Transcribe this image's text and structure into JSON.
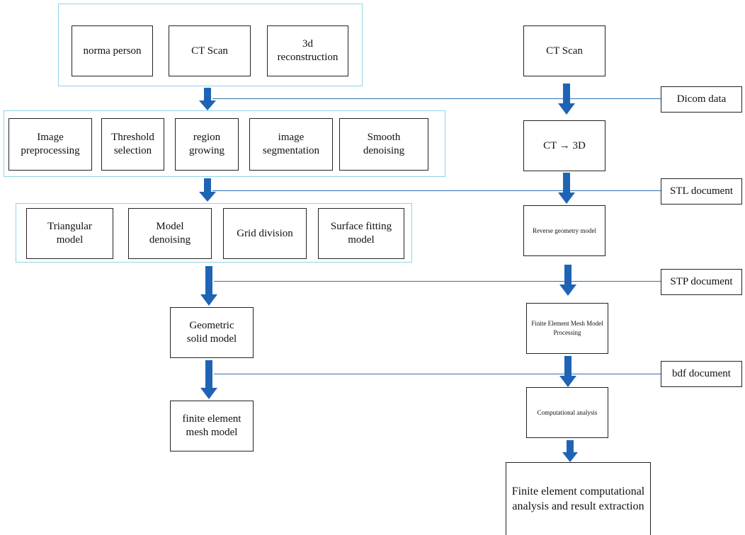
{
  "colors": {
    "group_border": "#8fd3e8",
    "arrow": "#1f64b4",
    "connector": "#2f6fb3",
    "box_border": "#222222"
  },
  "left": {
    "row1": [
      "norma person",
      "CT Scan",
      "3d\nreconstruction"
    ],
    "row2": [
      "Image\npreprocessing",
      "Threshold\nselection",
      "region\ngrowing",
      "image\nsegmentation",
      "Smooth\ndenoising"
    ],
    "row3": [
      "Triangular\nmodel",
      "Model\ndenoising",
      "Grid division",
      "Surface fitting\nmodel"
    ],
    "geometric": "Geometric\nsolid model",
    "mesh": "finite element\nmesh model"
  },
  "right": {
    "ct_scan": "CT Scan",
    "ct_3d": "CT → 3D",
    "reverse": "Reverse geometry model",
    "fem_processing": "Finite Element Mesh Model\nProcessing",
    "computational": "Computational analysis",
    "final": "Finite element computational\nanalysis and result extraction"
  },
  "labels": {
    "dicom": "Dicom data",
    "stl": "STL document",
    "stp": "STP document",
    "bdf": "bdf document"
  }
}
